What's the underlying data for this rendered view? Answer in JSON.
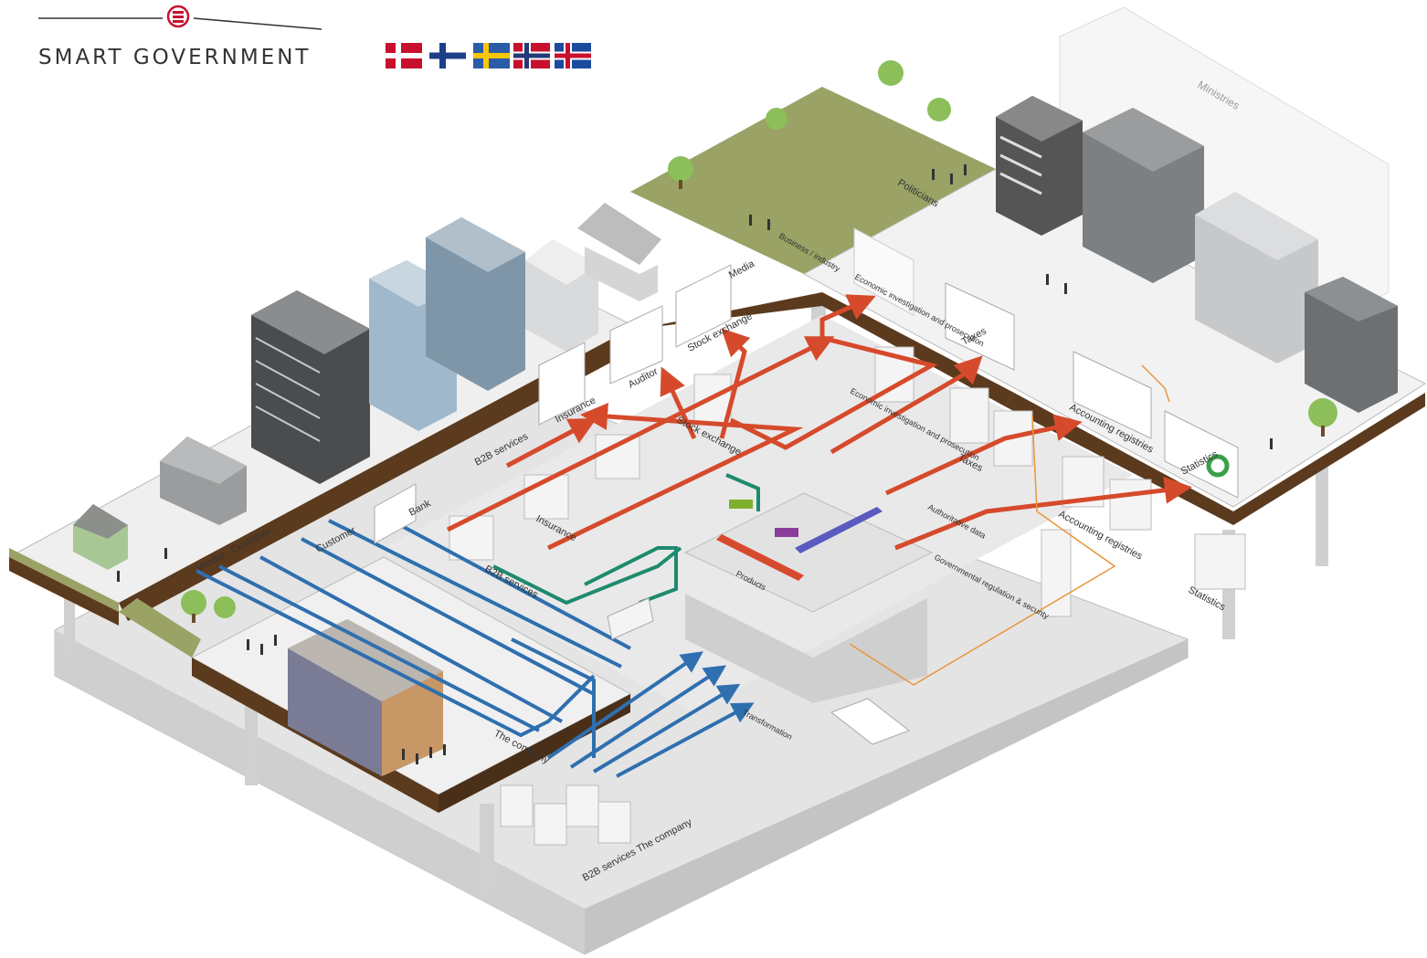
{
  "brand": {
    "name": "SMART GOVERNMENT",
    "flags": [
      "denmark",
      "finland",
      "sweden",
      "norway",
      "iceland"
    ],
    "colors": {
      "red": "#c8102e",
      "blue_fi": "#1d3f8a",
      "blue_se": "#2a5ca8",
      "yellow_se": "#f6c700",
      "blue_no": "#243a7a",
      "blue_is": "#1c4a9c"
    }
  },
  "palette": {
    "grass": "#9aa266",
    "soil": "#5b3a1e",
    "floor": "#f2f2f2",
    "concrete": "#dcdcdc",
    "flow_red": "#d64a2c",
    "flow_blue": "#2f6fb0",
    "flow_green": "#1e8a6e",
    "flow_orange": "#e8963c"
  },
  "labels": {
    "ministries": "Ministries",
    "politicians": "Politicians",
    "business_industry": "Business / industry",
    "media": "Media",
    "stock_exchange": "Stock exchange",
    "auditor": "Auditor",
    "insurance": "Insurance",
    "b2b_services": "B2B services",
    "bank": "Bank",
    "taxes": "Taxes",
    "economic_investigation": "Economic investigation and prosecution",
    "accounting_registries": "Accounting registries",
    "statistics": "Statistics",
    "vendor": "Vendor",
    "customer": "Customer",
    "the_company": "The company",
    "authoritative_data": "Authoritative data",
    "governmental_regulation": "Governmental regulation & security",
    "products": "Products",
    "transformation": "Transformation",
    "b2b_services_company": "B2B services The company"
  },
  "icons": [
    "tree-icon",
    "person-icon",
    "server-rack-icon",
    "building-icon",
    "house-icon",
    "flow-arrow-icon"
  ]
}
